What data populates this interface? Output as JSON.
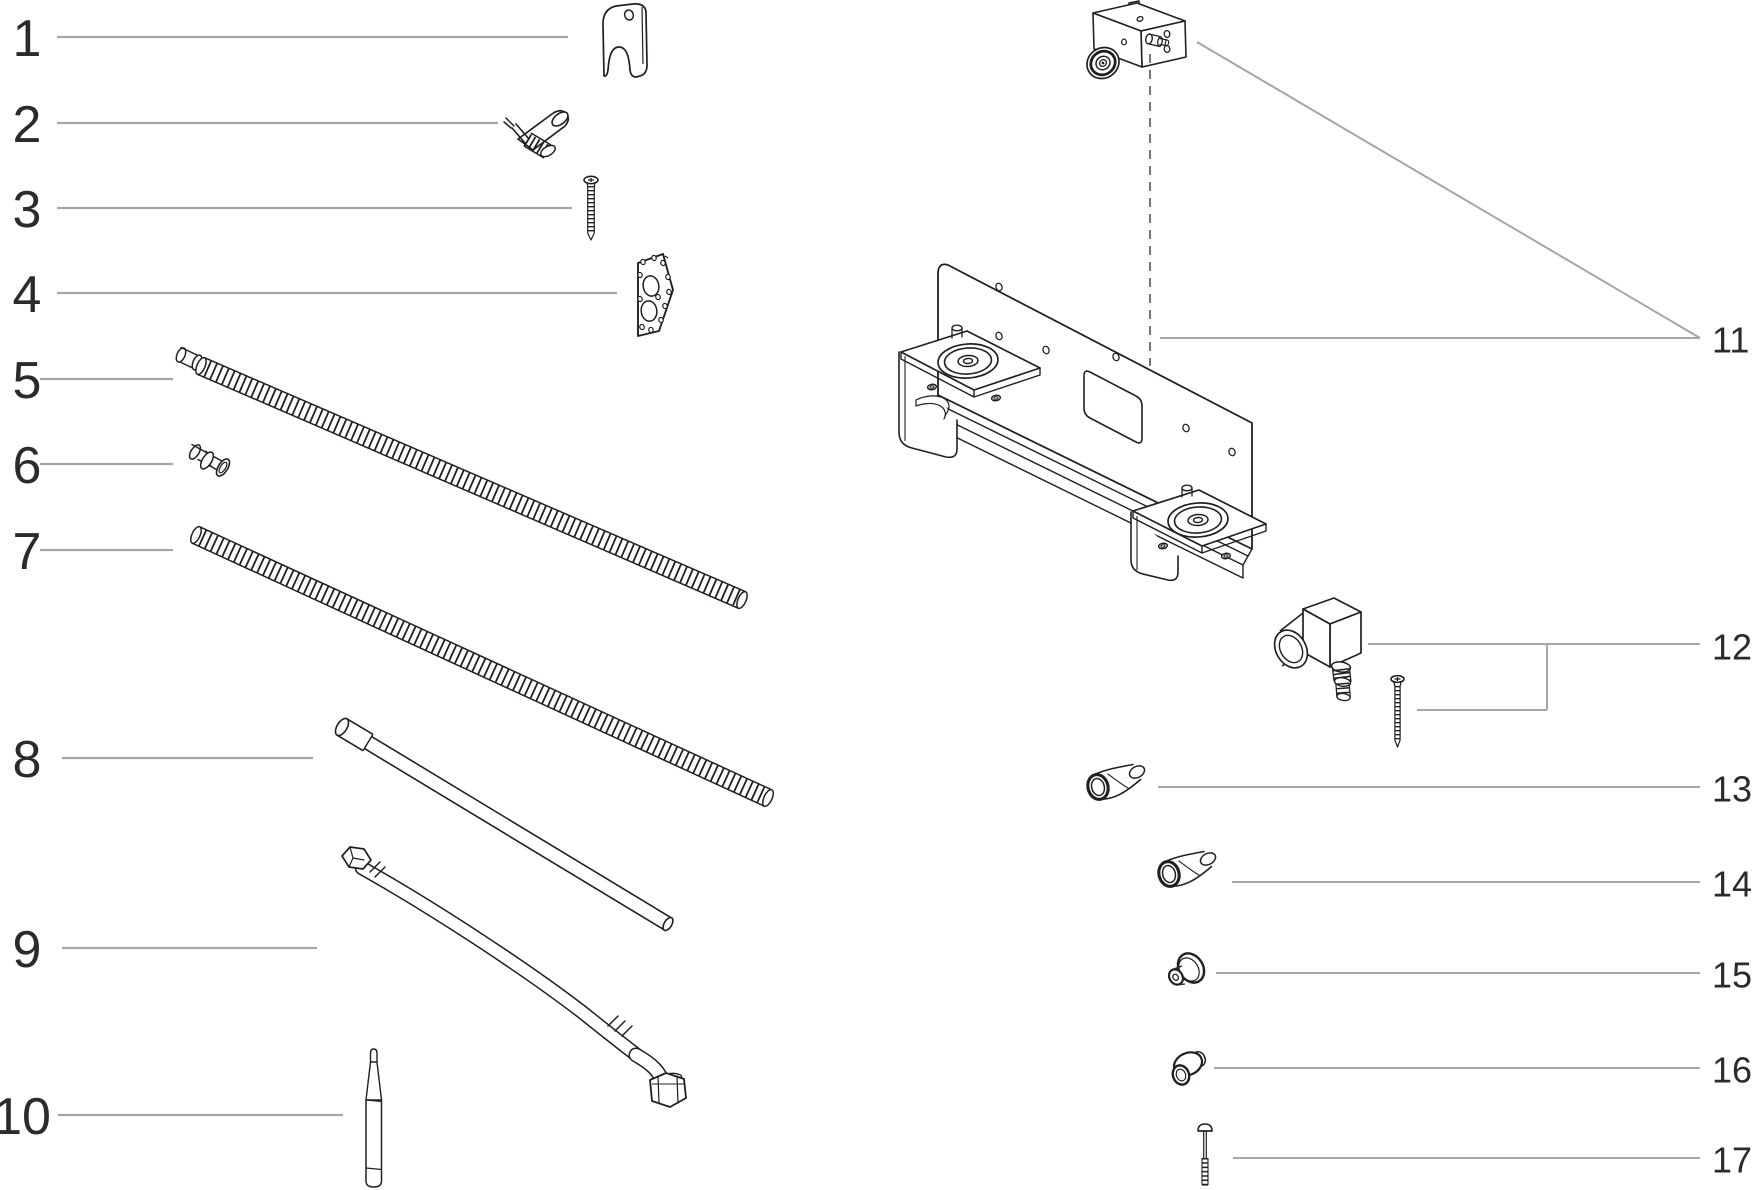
{
  "diagram_type": "exploded-parts-diagram",
  "title": "",
  "colors": {
    "background": "#ffffff",
    "line_art": "#231f20",
    "leader_line": "#a6a6a6",
    "label_text": "#2b2b2b",
    "dashed_line": "#555555"
  },
  "callouts": {
    "left": [
      {
        "label": "1",
        "part_name": "cover-shield-plate"
      },
      {
        "label": "2",
        "part_name": "hose-clamp-fitting"
      },
      {
        "label": "3",
        "part_name": "wood-screw"
      },
      {
        "label": "4",
        "part_name": "burner-gasket-plate"
      },
      {
        "label": "5",
        "part_name": "corrugated-hose-with-stub"
      },
      {
        "label": "6",
        "part_name": "hose-coupler-sleeve"
      },
      {
        "label": "7",
        "part_name": "corrugated-hose"
      },
      {
        "label": "8",
        "part_name": "straight-tube"
      },
      {
        "label": "9",
        "part_name": "flexible-hose-with-elbow-nut"
      },
      {
        "label": "10",
        "part_name": "thermocouple-probe"
      }
    ],
    "right": [
      {
        "label": "11",
        "part_name": "mounting-bracket-assembly"
      },
      {
        "label": "12",
        "part_name": "elbow-valve-fitting-with-screw"
      },
      {
        "label": "13",
        "part_name": "elbow-fitting"
      },
      {
        "label": "14",
        "part_name": "elbow-fitting"
      },
      {
        "label": "15",
        "part_name": "grommet"
      },
      {
        "label": "16",
        "part_name": "blanking-plug"
      },
      {
        "label": "17",
        "part_name": "pan-head-screw"
      }
    ]
  }
}
